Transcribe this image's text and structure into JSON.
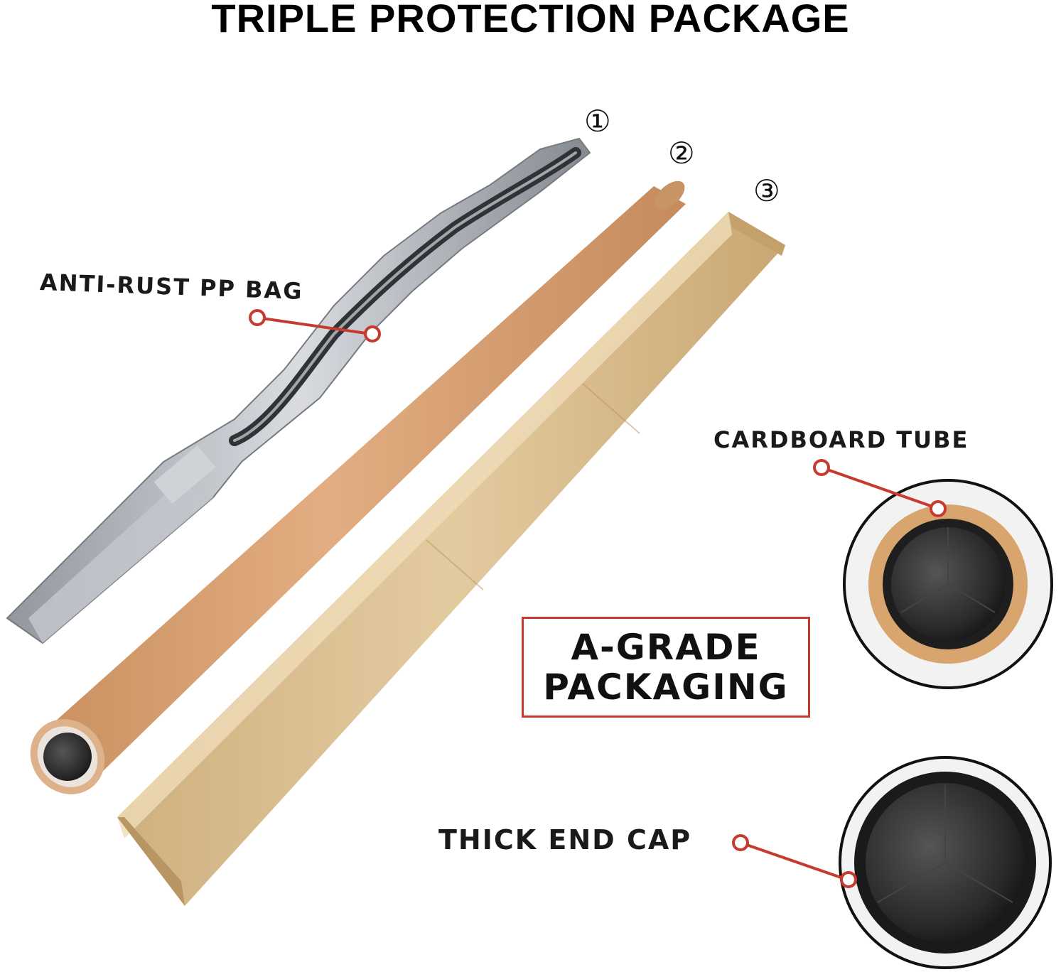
{
  "title": "TRIPLE PROTECTION PACKAGE",
  "markers": [
    "①",
    "②",
    "③"
  ],
  "callouts": {
    "anti_rust": "ANTI-RUST PP BAG",
    "cardboard_tube": "CARDBOARD TUBE",
    "thick_end_cap": "THICK END CAP"
  },
  "badge": {
    "line1": "A-GRADE",
    "line2": "PACKAGING"
  },
  "colors": {
    "accent_red": "#c63a2f",
    "tube_tan": "#dba47a",
    "box_kraft": "#dcc294",
    "bar_silver": "#a9adb3",
    "cap_black": "#2b2b2b"
  }
}
